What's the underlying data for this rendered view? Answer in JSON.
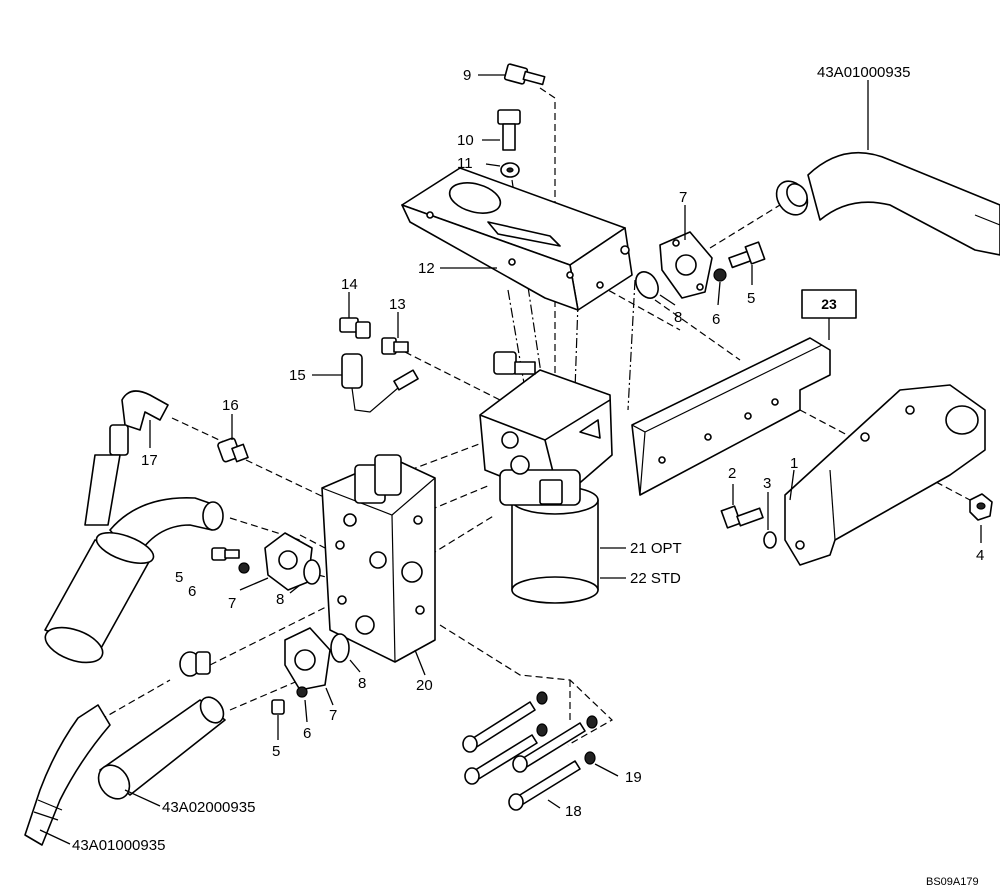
{
  "callouts": {
    "c1": "1",
    "c2": "2",
    "c3": "3",
    "c4": "4",
    "c5a": "5",
    "c5b": "5",
    "c5c": "5",
    "c6a": "6",
    "c6b": "6",
    "c6c": "6",
    "c7a": "7",
    "c7b": "7",
    "c7c": "7",
    "c8a": "8",
    "c8b": "8",
    "c8c": "8",
    "c9": "9",
    "c10": "10",
    "c11": "11",
    "c12": "12",
    "c13": "13",
    "c14": "14",
    "c15": "15",
    "c16": "16",
    "c17": "17",
    "c18": "18",
    "c19": "19",
    "c20": "20",
    "c21": "21 OPT",
    "c22": "22 STD",
    "c23": "23"
  },
  "hoses": {
    "upper_right": "43A01000935",
    "lower_middle": "43A02000935",
    "lower_left": "43A01000935"
  },
  "figure_code": "BS09A179"
}
